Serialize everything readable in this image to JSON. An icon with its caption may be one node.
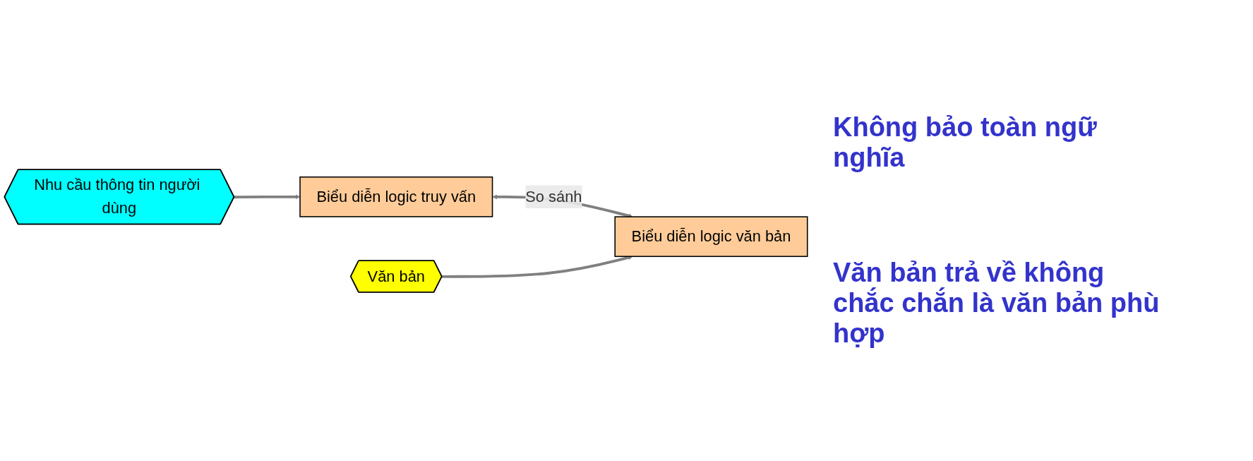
{
  "diagram": {
    "nodes": [
      {
        "text": [
          "Nhu cầu thông tin người dùng"
        ]
      },
      {
        "text": [
          "Biểu diễn logic truy vấn"
        ]
      },
      {
        "text": [
          "Văn bản"
        ]
      },
      {
        "text": [
          "Biểu diễn logic văn bản"
        ]
      }
    ],
    "edges": [
      {
        "from": 0,
        "to": 1,
        "arrow": "to"
      },
      {
        "from": 1,
        "to": 3,
        "arrow": "both",
        "label": "So sánh"
      },
      {
        "from": 2,
        "to": 3,
        "arrow": "to"
      }
    ],
    "labels": [
      "Không bảo toàn ngữ nghĩa",
      "Văn bản trả về không chắc chắn là văn bản phù hợp"
    ]
  }
}
